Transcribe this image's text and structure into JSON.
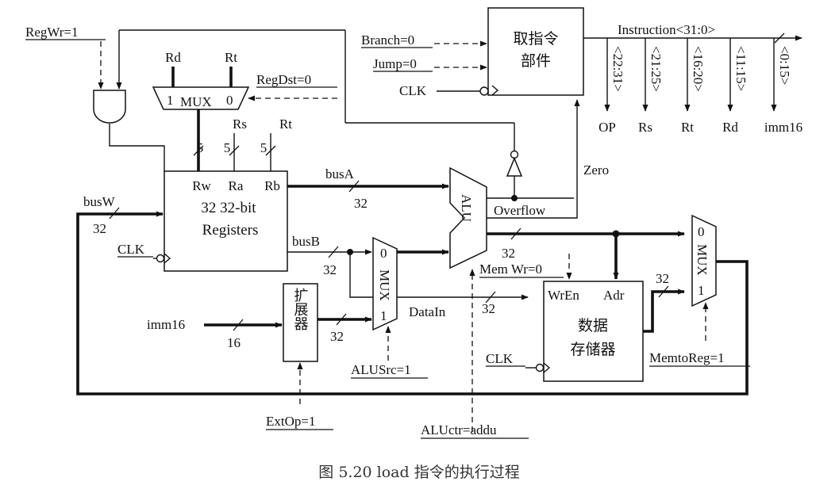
{
  "caption": "图 5.20   load 指令的执行过程",
  "ifu": {
    "title1": "取指令",
    "title2": "部件",
    "inputs": [
      "Branch=0",
      "Jump=0",
      "CLK"
    ],
    "instruction": "Instruction<31:0>",
    "fields": [
      {
        "bits": "<22:31>",
        "name": "OP"
      },
      {
        "bits": "<21:25>",
        "name": "Rs"
      },
      {
        "bits": "<16:20>",
        "name": "Rt"
      },
      {
        "bits": "<11:15>",
        "name": "Rd"
      },
      {
        "bits": "<0:15>",
        "name": "imm16"
      }
    ],
    "zero": "Zero"
  },
  "regfile": {
    "line1": "32 32-bit",
    "line2": "Registers",
    "ports": [
      "Rw",
      "Ra",
      "Rb"
    ],
    "clk": "CLK",
    "bus_w": "busW",
    "bus_w_width": "32",
    "bus_a": "busA",
    "bus_a_width": "32",
    "bus_b": "busB",
    "bus_b_width": "32",
    "field_rs": "Rs",
    "field_rt": "Rt",
    "width5": "5"
  },
  "regwr": "RegWr=1",
  "regdst_mux": {
    "in_rd": "Rd",
    "in_rt": "Rt",
    "label": "MUX",
    "sel1": "1",
    "sel0": "0",
    "ctrl": "RegDst=0"
  },
  "alu": {
    "label": "ALU",
    "overflow": "Overflow",
    "out_width": "32",
    "ctrl": "ALUctr=addu"
  },
  "alusrc_mux": {
    "label": "MUX",
    "sel0": "0",
    "sel1": "1",
    "ctrl": "ALUSrc=1"
  },
  "ext": {
    "label": "扩展器",
    "imm": "imm16",
    "imm_width": "16",
    "out_width": "32",
    "ctrl": "ExtOp=1"
  },
  "dmem": {
    "title1": "数据",
    "title2": "存储器",
    "wren": "WrEn",
    "adr": "Adr",
    "clk": "CLK",
    "memwr": "Mem Wr=0",
    "datain": "DataIn",
    "datain_width": "32",
    "out_width": "32"
  },
  "memtoreg_mux": {
    "label": "MUX",
    "sel0": "0",
    "sel1": "1",
    "ctrl": "MemtoReg=1"
  }
}
